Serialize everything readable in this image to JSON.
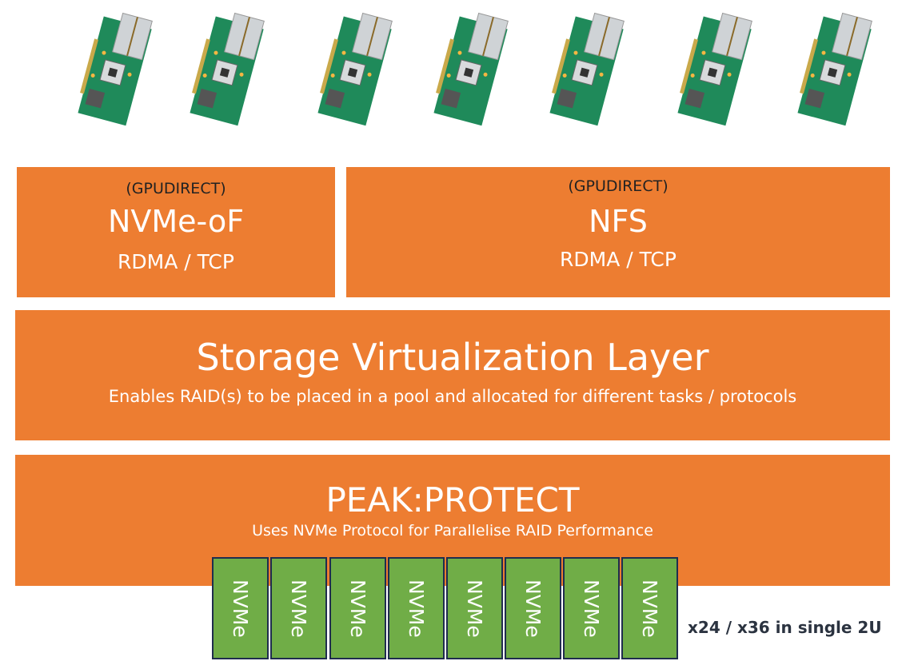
{
  "colors": {
    "orange": "#ED7D31",
    "green": "#70AD47",
    "border": "#1F2D4E"
  },
  "nic_cards": {
    "count": 7,
    "icon": "network-adapter-card-icon"
  },
  "nvmeof": {
    "tag": "(GPUDIRECT)",
    "title": "NVMe-oF",
    "subtitle": "RDMA / TCP"
  },
  "nfs": {
    "tag": "(GPUDIRECT)",
    "title": "NFS",
    "subtitle": "RDMA / TCP"
  },
  "svl": {
    "title": "Storage Virtualization Layer",
    "subtitle": "Enables RAID(s) to be placed in a pool and allocated for different tasks / protocols"
  },
  "peak": {
    "title": "PEAK:PROTECT",
    "subtitle": "Uses NVMe Protocol for Parallelise RAID Performance"
  },
  "drives": [
    "NVMe",
    "NVMe",
    "NVMe",
    "NVMe",
    "NVMe",
    "NVMe",
    "NVMe",
    "NVMe"
  ],
  "drive_note": "x24 / x36 in single 2U"
}
